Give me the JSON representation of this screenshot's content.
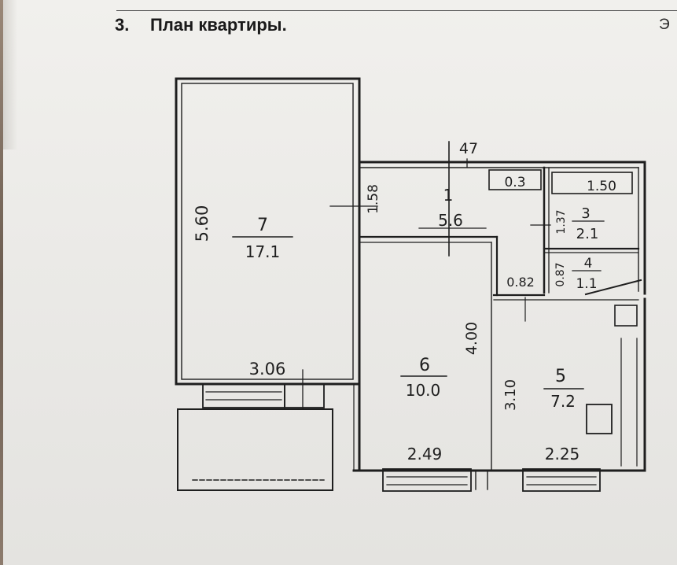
{
  "page": {
    "section_number": "3.",
    "section_title": "План квартиры.",
    "cut_off_text": "Э"
  },
  "floor_plan": {
    "rooms": [
      {
        "number": "7",
        "area": "17.1"
      },
      {
        "number": "1",
        "area": "5.6"
      },
      {
        "number": "3",
        "area": "2.1"
      },
      {
        "number": "4",
        "area": "1.1"
      },
      {
        "number": "6",
        "area": "10.0"
      },
      {
        "number": "5",
        "area": "7.2"
      }
    ],
    "dimensions": {
      "room7_length": "5.60",
      "room7_width": "3.06",
      "corridor_width": "1.58",
      "corridor_top": "47",
      "closet": "0.3",
      "bath_width": "1.50",
      "bath_depth": "1.37",
      "wc_depth": "0.87",
      "passage": "0.82",
      "room6_depth": "4.00",
      "room6_width": "2.49",
      "kitchen_depth": "3.10",
      "kitchen_width": "2.25"
    },
    "colors": {
      "ink": "#1e1e1e",
      "paper": "#ecebe8"
    }
  }
}
